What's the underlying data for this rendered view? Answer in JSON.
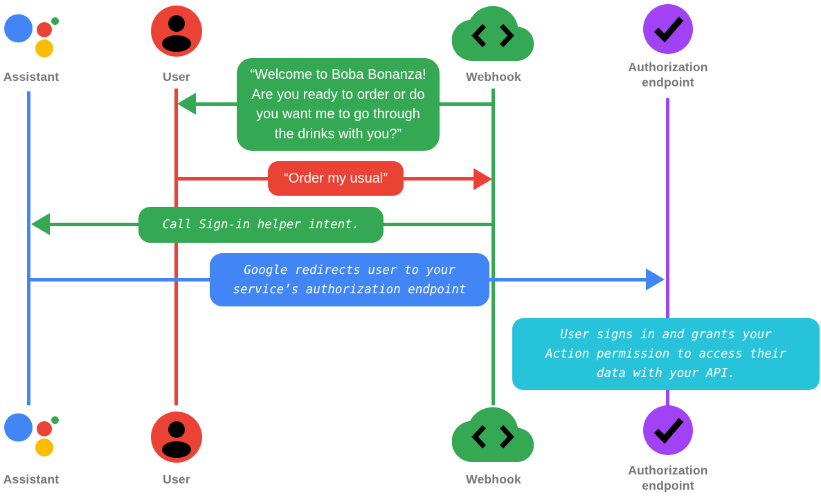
{
  "diagram_type": "sequence-diagram",
  "actors": [
    {
      "id": "assistant",
      "label": "Assistant",
      "icon": "google-assistant-icon",
      "color": "#4285F4"
    },
    {
      "id": "user",
      "label": "User",
      "icon": "user-avatar-icon",
      "color": "#EA4335"
    },
    {
      "id": "webhook",
      "label": "Webhook",
      "icon": "cloud-code-icon",
      "color": "#34A853"
    },
    {
      "id": "auth",
      "label": "Authorization endpoint",
      "icon": "check-circle-icon",
      "color": "#A142F4"
    }
  ],
  "messages": [
    {
      "from": "webhook",
      "to": "user",
      "style": "speech",
      "color": "#34A853",
      "text": "“Welcome to Boba Bonanza!\nAre you ready to order or do\nyou want me to go through\nthe drinks with you?”"
    },
    {
      "from": "user",
      "to": "webhook",
      "style": "speech",
      "color": "#EA4335",
      "text": "“Order my usual”"
    },
    {
      "from": "webhook",
      "to": "assistant",
      "style": "code",
      "color": "#34A853",
      "text": "Call Sign-in helper intent."
    },
    {
      "from": "assistant",
      "to": "auth",
      "style": "code",
      "color": "#4285F4",
      "text": "Google redirects user to your\nservice’s authorization endpoint"
    },
    {
      "note_on": "auth",
      "style": "code",
      "color": "#26C3DB",
      "text": "User signs in and grants your\nAction permission to access their\ndata with your API."
    }
  ],
  "colors": {
    "assistant_blue": "#4285F4",
    "user_red": "#EA4335",
    "webhook_green": "#34A853",
    "auth_purple": "#A142F4",
    "note_cyan": "#26C3DB",
    "logo_yellow": "#FBBC04",
    "label_gray": "#757575",
    "glyph_black": "#000000",
    "background": "#FFFFFF"
  }
}
